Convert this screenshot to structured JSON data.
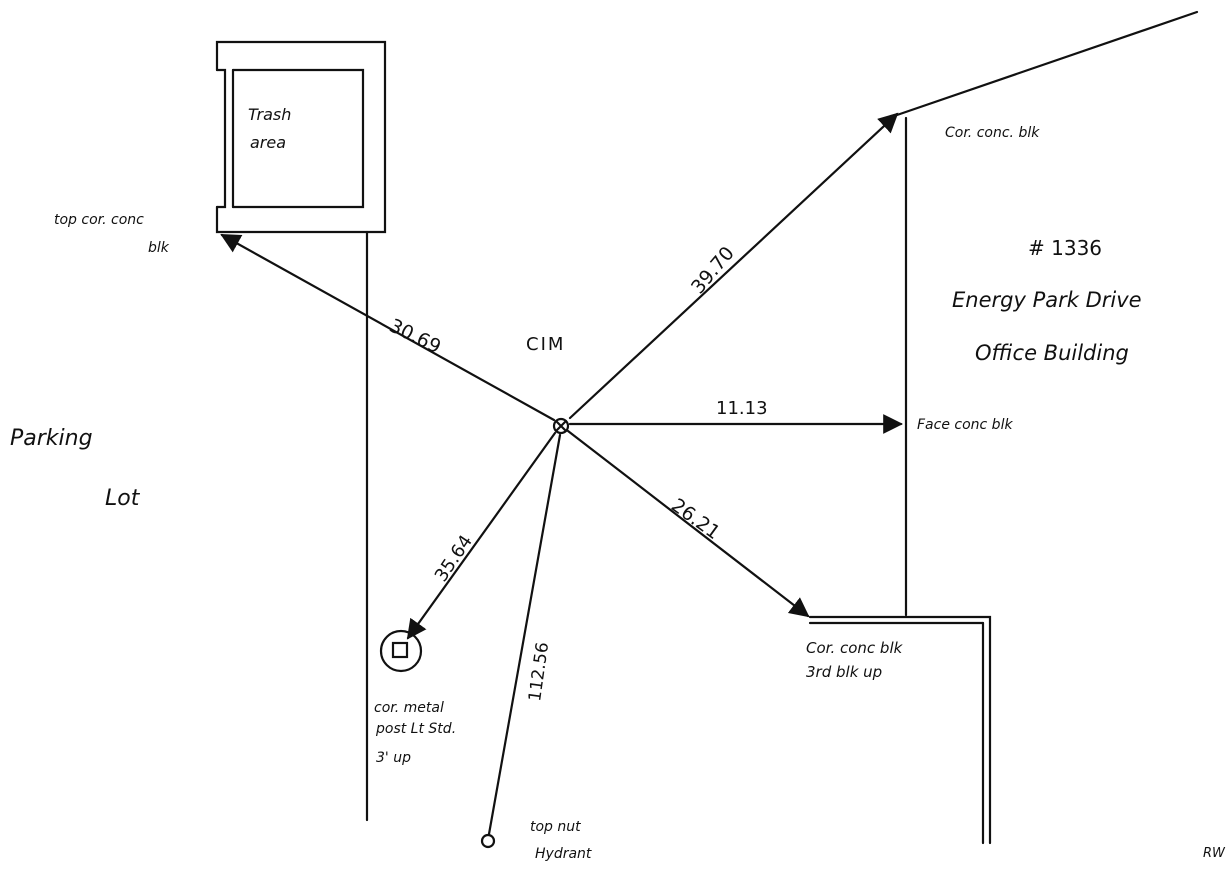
{
  "labels": {
    "trash_area": [
      "Trash",
      "area"
    ],
    "top_cor_conc_blk": [
      "top cor. conc",
      "blk"
    ],
    "cim": "CIM",
    "parking_lot": [
      "Parking",
      "Lot"
    ],
    "cor_conc_blk_top": "Cor. conc. blk",
    "building_number": "# 1336",
    "building_name": [
      "Energy Park Drive",
      "Office Building"
    ],
    "face_conc_blk": "Face conc blk",
    "cor_conc_blk_3rd": [
      "Cor. conc blk",
      "3rd blk up"
    ],
    "metal_post": [
      "cor. metal",
      "post Lt Std.",
      "3' up"
    ],
    "hydrant": [
      "top nut",
      "Hydrant"
    ],
    "corner_initials": "RW"
  },
  "distances": {
    "to_trash_corner": "30.69",
    "to_building_corner": "39.70",
    "to_face_blk": "11.13",
    "to_corner_3rd_blk": "26.21",
    "to_metal_post": "35.64",
    "to_hydrant": "112.56"
  }
}
